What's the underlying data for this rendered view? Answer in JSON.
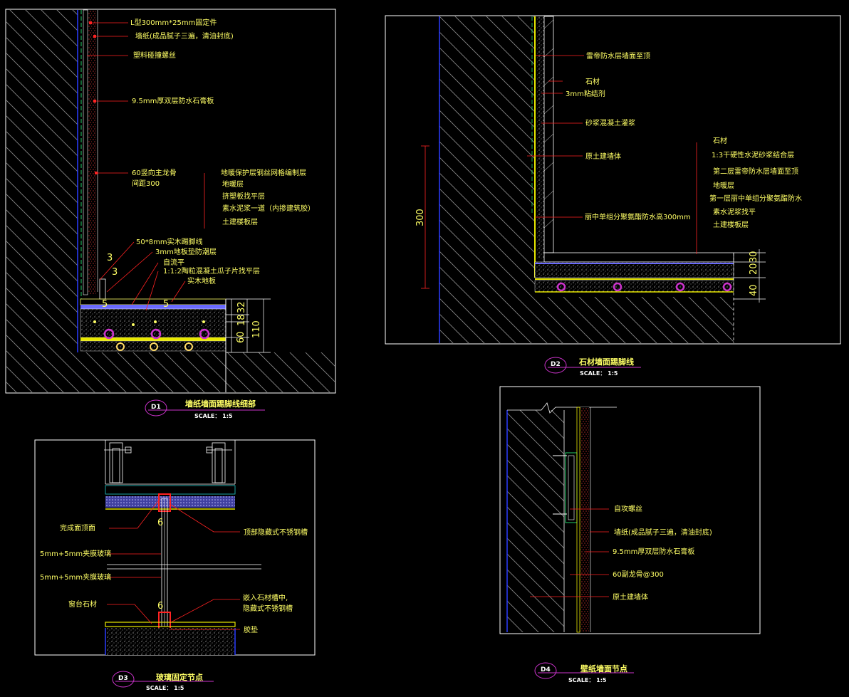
{
  "colors": {
    "background": "#000000",
    "frame": "#ffffff",
    "text": "#ffff66",
    "leader": "#ff2222",
    "hatch": "#9a9a9a",
    "wall_edge": "#2b3cff",
    "membrane": "#e8e800",
    "pipe": "#cc33cc",
    "title_line": "#cc33cc"
  },
  "d1": {
    "badge": "D1",
    "title": "墙纸墙面踢脚线细部",
    "scale": "SCALE： 1:5",
    "labels": [
      "L型300mm*25mm固定件",
      "墙纸(成品腻子三遍，清油封底)",
      "塑料碰撞螺丝",
      "9.5mm厚双层防水石膏板",
      "60竖向主龙骨",
      "间距300",
      "地暖保护层钢丝网格编制层",
      "地暖层",
      "挤塑板找平层",
      "素水泥浆一道（内掺建筑胶）",
      "土建楼板层",
      "50*8mm实木踢脚线",
      "3mm地板垫防潮层",
      "自流平",
      "1:1:2陶粒混凝土瓜子片找平层",
      "实木地板"
    ],
    "dims": [
      "3",
      "3",
      "5",
      "5",
      "32",
      "18",
      "110",
      "60"
    ]
  },
  "d2": {
    "badge": "D2",
    "title": "石材墙面踢脚线",
    "scale": "SCALE： 1:5",
    "wall_labels": [
      "雷帝防水层墙面至顶",
      "石材",
      "3mm粘结剂",
      "砂浆混凝土灌浆",
      "原土建墙体",
      "丽中单组分聚氨酯防水高300mm"
    ],
    "floor_labels": [
      "石材",
      "1:3干硬性水泥砂浆结合层",
      "第二层雷帝防水层墙面至顶",
      "地暖层",
      "第一层丽中单组分聚氨酯防水",
      "素水泥浆找平",
      "土建楼板层"
    ],
    "dims": [
      "300",
      "30",
      "20",
      "40"
    ]
  },
  "d3": {
    "badge": "D3",
    "title": "玻璃固定节点",
    "scale": "SCALE： 1:5",
    "left_labels": [
      "完成面顶面",
      "5mm+5mm夹膜玻璃",
      "5mm+5mm夹膜玻璃",
      "窗台石材"
    ],
    "right_labels": [
      "顶部隐藏式不锈钢槽",
      "嵌入石材槽中,",
      "隐藏式不锈钢槽",
      "胶垫"
    ],
    "dims": [
      "6",
      "6"
    ]
  },
  "d4": {
    "badge": "D4",
    "title": "壁纸墙面节点",
    "scale": "SCALE： 1:5",
    "labels": [
      "自攻螺丝",
      "墙纸(成品腻子三遍，清油封底)",
      "9.5mm厚双层防水石膏板",
      "60副龙骨@300",
      "原土建墙体"
    ]
  }
}
